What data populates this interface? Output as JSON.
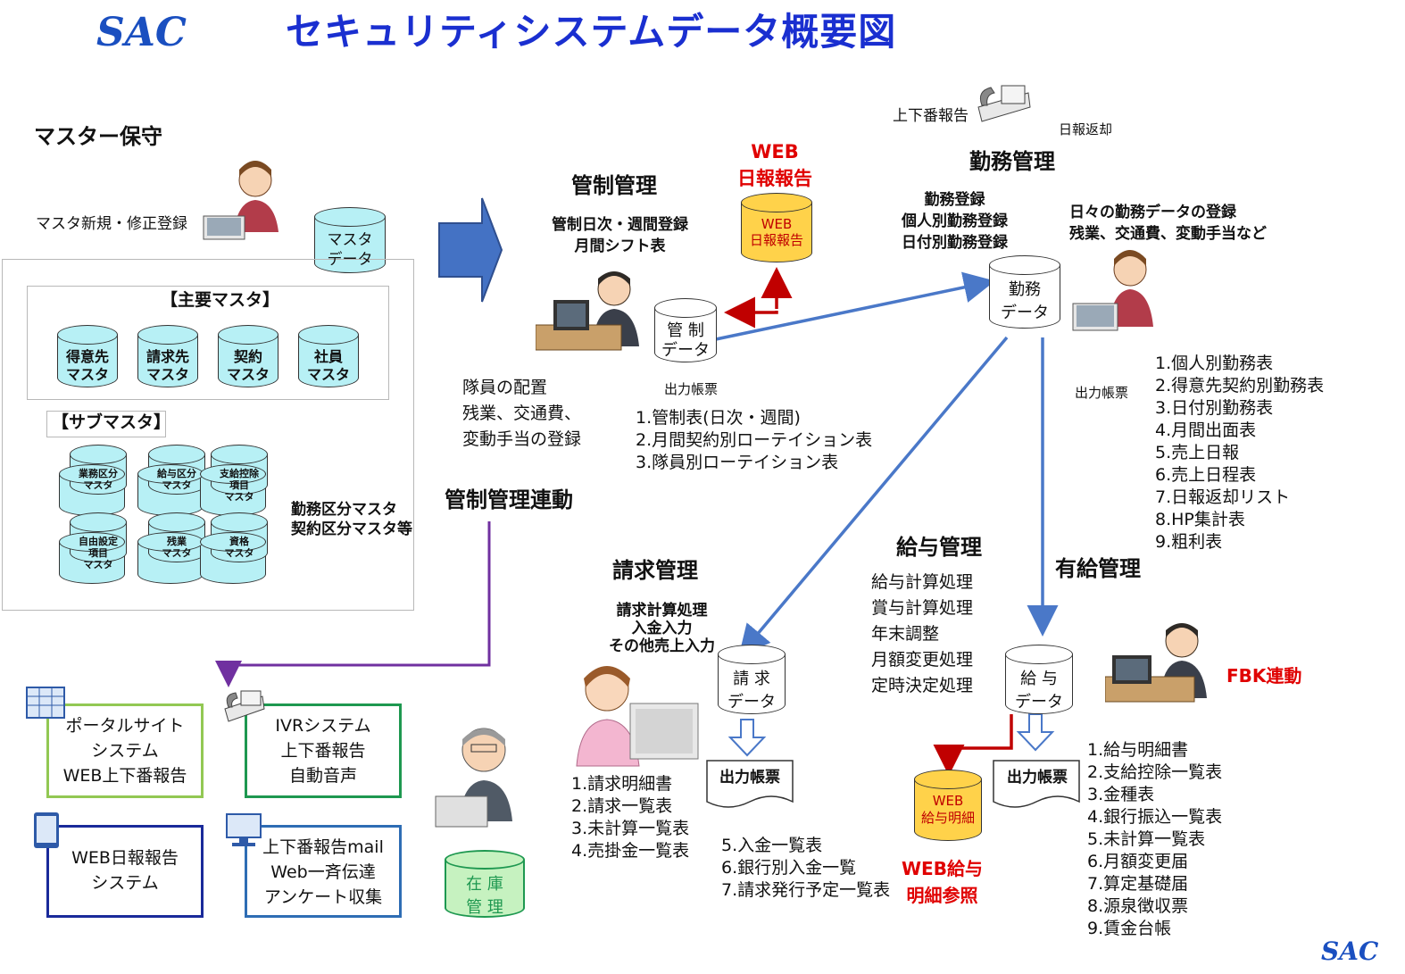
{
  "logo": "SAC",
  "title": "セキュリティシステムデータ概要図",
  "master": {
    "heading": "マスター保守",
    "register": "マスタ新規・修正登録",
    "data_cyl": "マスタ\nデータ",
    "main_label": "【主要マスタ】",
    "main_items": [
      "得意先\nマスタ",
      "請求先\nマスタ",
      "契約\nマスタ",
      "社員\nマスタ"
    ],
    "sub_label": "【サブマスタ】",
    "sub_items": [
      "業務区分\nマスタ",
      "給与区分\nマスタ",
      "支給控除\n項目\nマスタ",
      "自由設定\n項目\nマスタ",
      "残業\nマスタ",
      "資格\nマスタ"
    ],
    "sub_note": "勤務区分マスタ\n契約区分マスタ等"
  },
  "control": {
    "heading": "管制管理",
    "desc": "管制日次・週間登録\n月間シフト表",
    "cyl": "管 制\nデータ",
    "assign": "隊員の配置\n残業、交通費、\n変動手当の登録",
    "output_label": "出力帳票",
    "outputs": [
      "1.管制表(日次・週間)",
      "2.月間契約別ローテイション表",
      "3.隊員別ローテイション表"
    ]
  },
  "web_report": {
    "heading": "WEB\n日報報告",
    "cyl": "WEB\n日報報告"
  },
  "duty": {
    "phone_label": "上下番報告",
    "return_label": "日報返却",
    "heading": "勤務管理",
    "desc": "勤務登録\n個人別勤務登録\n日付別勤務登録",
    "daily": "日々の勤務データの登録\n残業、交通費、変動手当など",
    "cyl": "勤務\nデータ",
    "output_label": "出力帳票",
    "outputs": [
      "1.個人別勤務表",
      "2.得意先契約別勤務表",
      "3.日付別勤務表",
      "4.月間出面表",
      "5.売上日報",
      "6.売上日程表",
      "7.日報返却リスト",
      "8.HP集計表",
      "9.粗利表"
    ]
  },
  "link": {
    "heading": "管制管理連動"
  },
  "billing": {
    "heading": "請求管理",
    "desc": "請求計算処理\n入金入力\nその他売上入力",
    "cyl": "請 求\nデータ",
    "output_doc": "出力帳票",
    "outputs_a": [
      "1.請求明細書",
      "2.請求一覧表",
      "3.未計算一覧表",
      "4.売掛金一覧表"
    ],
    "outputs_b": [
      "5.入金一覧表",
      "6.銀行別入金一覧",
      "7.請求発行予定一覧表"
    ]
  },
  "payroll": {
    "heading": "給与管理",
    "desc": [
      "給与計算処理",
      "賞与計算処理",
      "年末調整",
      "月額変更処理",
      "定時決定処理"
    ],
    "cyl": "給 与\nデータ",
    "output_doc": "出力帳票",
    "web_cyl": "WEB\n給与明細",
    "web_label": "WEB給与\n明細参照",
    "outputs": [
      "1.給与明細書",
      "2.支給控除一覧表",
      "3.金種表",
      "4.銀行振込一覧表",
      "5.未計算一覧表",
      "6.月額変更届",
      "7.算定基礎届",
      "8.源泉徴収票",
      "9.賃金台帳"
    ]
  },
  "paid_leave": {
    "heading": "有給管理",
    "fbk": "FBK連動"
  },
  "systems": {
    "portal": "ポータルサイト\nシステム\nWEB上下番報告",
    "ivr": "IVRシステム\n上下番報告\n自動音声",
    "web_daily": "WEB日報報告\nシステム",
    "mail": "上下番報告mail\nWeb一斉伝達\nアンケート収集"
  },
  "inventory": {
    "cyl": "在 庫\n管 理"
  },
  "colors": {
    "title": "#1a2fd0",
    "arrow_blue": "#4a78c8",
    "arrow_red": "#c00000",
    "arrow_purple": "#7030a0",
    "cyl_cyan": "#b7f0f5",
    "cyl_yellow": "#ffd24a",
    "cyl_green": "#c6f2c0",
    "box_green": "#92c853",
    "box_darkgreen": "#1e9850",
    "box_navy": "#1a2a9a",
    "box_blue": "#2e6db4"
  }
}
